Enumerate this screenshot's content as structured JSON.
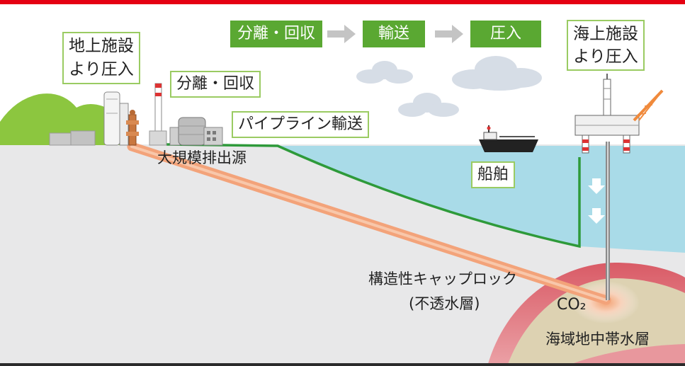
{
  "diagram": {
    "flow": {
      "step1": "分離・回収",
      "step2": "輸送",
      "step3": "圧入",
      "arrow_icon": "arrow-right-icon"
    },
    "onshore_facility": {
      "line1": "地上施設",
      "line2": "より圧入"
    },
    "separation_capture": "分離・回収",
    "pipeline_transport": "パイプライン輸送",
    "large_emission_source": "大規模排出源",
    "offshore_facility": {
      "line1": "海上施設",
      "line2": "より圧入"
    },
    "ship": "船舶",
    "caprock": {
      "line1": "構造性キャップロック",
      "line2": "(不透水層)"
    },
    "co2_label": "CO₂",
    "aquifer": "海域地中帯水層"
  },
  "icons": [
    "factory-icon",
    "chimney-icon",
    "wellhead-icon",
    "ship-icon",
    "offshore-platform-icon",
    "cloud-icon",
    "arrow-right-icon",
    "arrow-down-icon",
    "hill-icon"
  ],
  "colors": {
    "top_bar": "#e50012",
    "flow_box": "#5aa832",
    "label_border": "#9acb62",
    "pipeline": "#2e9a3a",
    "sea": "#a9dbe8",
    "ground": "#e8e8e9",
    "co2_pipe": "#f3a37a",
    "caprock": "#e0737b",
    "aquifer": "#ddd2b2",
    "hills": "#8cc63f"
  }
}
